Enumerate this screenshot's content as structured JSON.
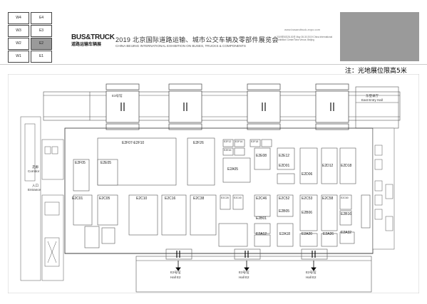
{
  "header": {
    "hall_grid": {
      "rows": [
        [
          "W4",
          "E4"
        ],
        [
          "W3",
          "E3"
        ],
        [
          "W2",
          "E2"
        ],
        [
          "W1",
          "E1"
        ]
      ],
      "highlighted": "E2"
    },
    "logo": {
      "line1": "BUS&TRUCK",
      "line2": "道路运输车辆展"
    },
    "title_cn": "2019 北京国际道路运输、城市公交车辆及零部件展览会",
    "title_en": "CHINA BEIJING INTERNATIONAL EXHIBITION ON BUSES, TRUCKS & COMPONENTS",
    "date_venue": "2019年5月28-30日  May 28-30 2019  China International Exhibition Center New Venue, Beijing",
    "website": "www.busandtruck-expo.com",
    "accent_grey": "#9a9a9a"
  },
  "note": "注：光地展位限高5米",
  "plan": {
    "corridor_labels": [
      {
        "id": "e3",
        "text": "E3号馆"
      },
      {
        "id": "east-entry",
        "text": "东登录厅"
      },
      {
        "id": "east-entry-en",
        "text": "East Entry Hall"
      },
      {
        "id": "corridor-cn",
        "text": "走廊"
      },
      {
        "id": "corridor-en",
        "text": "Corridor"
      },
      {
        "id": "entrance-cn",
        "text": "入口"
      },
      {
        "id": "entrance-en",
        "text": "Entrance"
      }
    ],
    "hall_gates": [
      {
        "cn": "E2号馆",
        "en": "Hall E2"
      },
      {
        "cn": "E2号馆",
        "en": "Hall E2"
      },
      {
        "cn": "E2号馆",
        "en": "Hall E2"
      }
    ],
    "booths": [
      "E2F07-E2F10",
      "E2F26",
      "E2F05",
      "E2E05",
      "E2E08",
      "E2E12",
      "E2A05",
      "E2D01",
      "E2D06",
      "E2D12",
      "E2D18",
      "E2C01",
      "E2C05",
      "E2C10",
      "E2C16",
      "E2C38",
      "E2C46",
      "E2C52",
      "E2C53",
      "E2C58",
      "E2B05",
      "E2B06",
      "E2B01",
      "E2A12",
      "E2A18",
      "E2A20",
      "E2A26",
      "E2A32",
      "E2B16",
      "E2F12",
      "E2F16",
      "E2F18",
      "E2E16",
      "E2C28",
      "E2C40",
      "E2C60"
    ]
  }
}
